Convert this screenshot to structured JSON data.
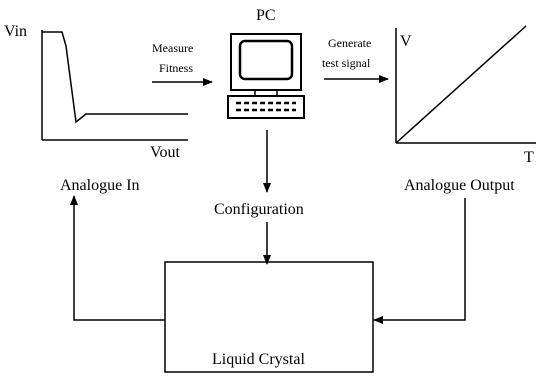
{
  "pc_label": "PC",
  "measure_label": [
    "Measure",
    "Fitness"
  ],
  "generate_label": [
    "Generate",
    "test signal"
  ],
  "configuration_label": "Configuration",
  "analogue_in_label": "Analogue In",
  "analogue_output_label": "Analogue Output",
  "liquid_crystal_label": "Liquid Crystal",
  "left_graph": {
    "y_label": "Vin",
    "x_label": "Vout"
  },
  "right_graph": {
    "y_label": "V",
    "x_label": "T"
  }
}
